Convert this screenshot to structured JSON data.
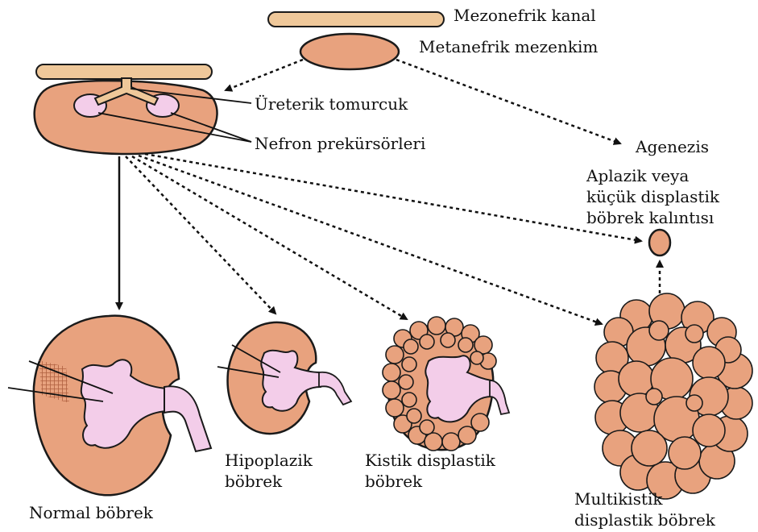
{
  "labels": {
    "mesonephric_duct": "Mezonefrik kanal",
    "metanephric_mesenchyme": "Metanefrik mezenkim",
    "ureteric_bud": "Üreterik tomurcuk",
    "nephron_precursors": "Nefron prekürsörleri",
    "agenesis": "Agenezis",
    "aplastic_line1": "Aplazik veya",
    "aplastic_line2": "küçük displastik",
    "aplastic_line3": "böbrek kalıntısı",
    "normal_kidney": "Normal böbrek",
    "hypoplastic_line1": "Hipoplazik",
    "hypoplastic_line2": "böbrek",
    "cystic_line1": "Kistik displastik",
    "cystic_line2": "böbrek",
    "multicystic_line1": "Multikistik",
    "multicystic_line2": "displastik böbrek"
  },
  "colors": {
    "kidney": "#e8a27e",
    "pelvis": "#f3cde9",
    "duct": "#efc89a"
  }
}
